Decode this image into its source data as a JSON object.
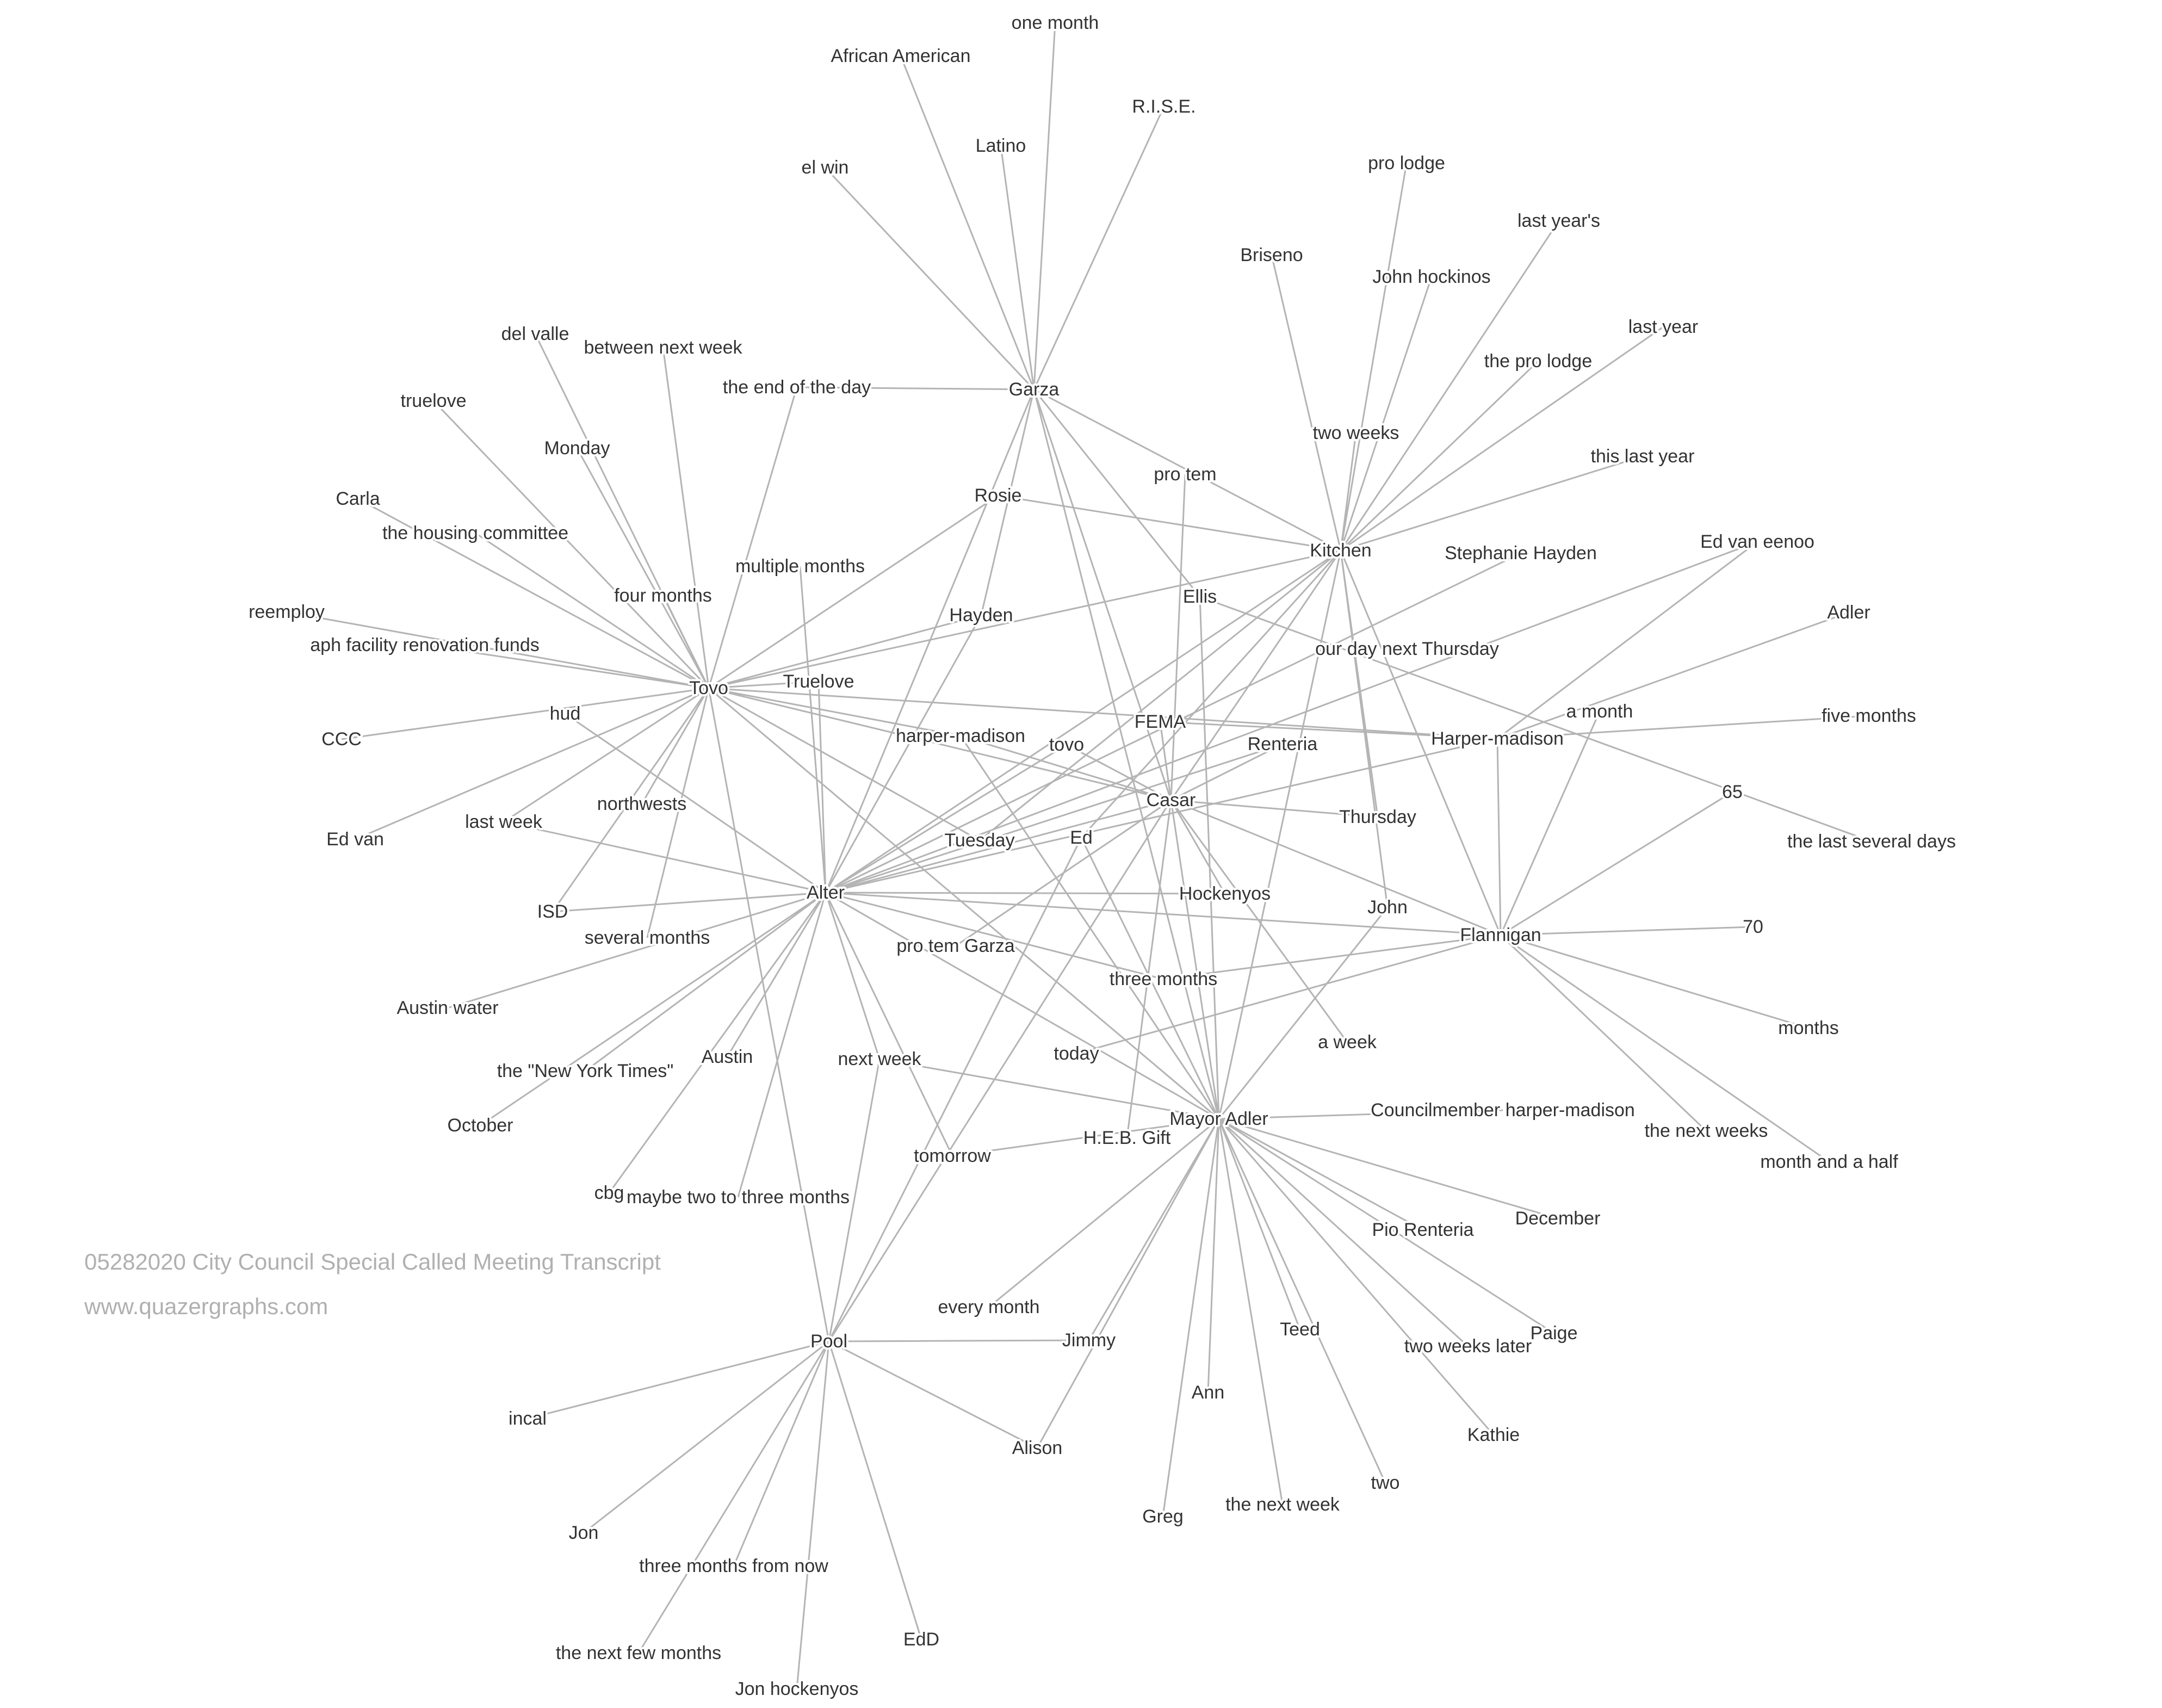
{
  "footer": {
    "title": "05282020 City Council Special Called Meeting Transcript",
    "url": "www.quazergraphs.com"
  },
  "colors": {
    "edge": "#b4b4b4",
    "label": "#333333",
    "footer": "#b0b0b0"
  },
  "graph": {
    "nodes": [
      {
        "id": "one month",
        "label": "one month"
      },
      {
        "id": "African American",
        "label": "African American"
      },
      {
        "id": "R.I.S.E.",
        "label": "R.I.S.E."
      },
      {
        "id": "Latino",
        "label": "Latino"
      },
      {
        "id": "el win",
        "label": "el win"
      },
      {
        "id": "pro lodge",
        "label": "pro lodge"
      },
      {
        "id": "last year's",
        "label": "last year's"
      },
      {
        "id": "Briseno",
        "label": "Briseno"
      },
      {
        "id": "John hockinos",
        "label": "John hockinos"
      },
      {
        "id": "del valle",
        "label": "del valle"
      },
      {
        "id": "between next week",
        "label": "between next week"
      },
      {
        "id": "last year",
        "label": "last year"
      },
      {
        "id": "the pro lodge",
        "label": "the pro lodge"
      },
      {
        "id": "the end of the day",
        "label": "the end of the day"
      },
      {
        "id": "Garza",
        "label": "Garza"
      },
      {
        "id": "truelove",
        "label": "truelove"
      },
      {
        "id": "two weeks",
        "label": "two weeks"
      },
      {
        "id": "Monday",
        "label": "Monday"
      },
      {
        "id": "this last year",
        "label": "this last year"
      },
      {
        "id": "pro tem",
        "label": "pro tem"
      },
      {
        "id": "Rosie",
        "label": "Rosie"
      },
      {
        "id": "Carla",
        "label": "Carla"
      },
      {
        "id": "the housing committee",
        "label": "the housing committee"
      },
      {
        "id": "Ed van eenoo",
        "label": "Ed van eenoo"
      },
      {
        "id": "Kitchen",
        "label": "Kitchen"
      },
      {
        "id": "Stephanie Hayden",
        "label": "Stephanie Hayden"
      },
      {
        "id": "multiple months",
        "label": "multiple months"
      },
      {
        "id": "four months",
        "label": "four months"
      },
      {
        "id": "Ellis",
        "label": "Ellis"
      },
      {
        "id": "reemploy",
        "label": "reemploy"
      },
      {
        "id": "Adler",
        "label": "Adler"
      },
      {
        "id": "Hayden",
        "label": "Hayden"
      },
      {
        "id": "aph facility renovation funds",
        "label": "aph facility renovation funds"
      },
      {
        "id": "our day next Thursday",
        "label": "our day next Thursday"
      },
      {
        "id": "Truelove",
        "label": "Truelove"
      },
      {
        "id": "Tovo",
        "label": "Tovo"
      },
      {
        "id": "hud",
        "label": "hud"
      },
      {
        "id": "a month",
        "label": "a month"
      },
      {
        "id": "five months",
        "label": "five months"
      },
      {
        "id": "FEMA",
        "label": "FEMA"
      },
      {
        "id": "CCC",
        "label": "CCC"
      },
      {
        "id": "harper-madison",
        "label": "harper-madison"
      },
      {
        "id": "Harper-madison",
        "label": "Harper-madison"
      },
      {
        "id": "tovo",
        "label": "tovo"
      },
      {
        "id": "Renteria",
        "label": "Renteria"
      },
      {
        "id": "65",
        "label": "65"
      },
      {
        "id": "Casar",
        "label": "Casar"
      },
      {
        "id": "northwests",
        "label": "northwests"
      },
      {
        "id": "Thursday",
        "label": "Thursday"
      },
      {
        "id": "last week",
        "label": "last week"
      },
      {
        "id": "Ed van",
        "label": "Ed van"
      },
      {
        "id": "the last several days",
        "label": "the last several days"
      },
      {
        "id": "Tuesday",
        "label": "Tuesday"
      },
      {
        "id": "Ed",
        "label": "Ed"
      },
      {
        "id": "Alter",
        "label": "Alter"
      },
      {
        "id": "Hockenyos",
        "label": "Hockenyos"
      },
      {
        "id": "ISD",
        "label": "ISD"
      },
      {
        "id": "John",
        "label": "John"
      },
      {
        "id": "70",
        "label": "70"
      },
      {
        "id": "several months",
        "label": "several months"
      },
      {
        "id": "Flannigan",
        "label": "Flannigan"
      },
      {
        "id": "pro tem Garza",
        "label": "pro tem Garza"
      },
      {
        "id": "three months",
        "label": "three months"
      },
      {
        "id": "Austin water",
        "label": "Austin water"
      },
      {
        "id": "months",
        "label": "months"
      },
      {
        "id": "a week",
        "label": "a week"
      },
      {
        "id": "Austin",
        "label": "Austin"
      },
      {
        "id": "today",
        "label": "today"
      },
      {
        "id": "next week",
        "label": "next week"
      },
      {
        "id": "the \"New York Times\"",
        "label": "the \"New York Times\""
      },
      {
        "id": "Councilmember harper-madison",
        "label": "Councilmember harper-madison"
      },
      {
        "id": "Mayor Adler",
        "label": "Mayor Adler"
      },
      {
        "id": "October",
        "label": "October"
      },
      {
        "id": "the next weeks",
        "label": "the next weeks"
      },
      {
        "id": "H.E.B. Gift",
        "label": "H.E.B. Gift"
      },
      {
        "id": "tomorrow",
        "label": "tomorrow"
      },
      {
        "id": "month and a half",
        "label": "month and a half"
      },
      {
        "id": "cbg",
        "label": "cbg"
      },
      {
        "id": "maybe two to three months",
        "label": "maybe two to three months"
      },
      {
        "id": "December",
        "label": "December"
      },
      {
        "id": "Pio Renteria",
        "label": "Pio Renteria"
      },
      {
        "id": "every month",
        "label": "every month"
      },
      {
        "id": "Teed",
        "label": "Teed"
      },
      {
        "id": "Paige",
        "label": "Paige"
      },
      {
        "id": "Pool",
        "label": "Pool"
      },
      {
        "id": "Jimmy",
        "label": "Jimmy"
      },
      {
        "id": "two weeks later",
        "label": "two weeks later"
      },
      {
        "id": "Ann",
        "label": "Ann"
      },
      {
        "id": "incal",
        "label": "incal"
      },
      {
        "id": "Kathie",
        "label": "Kathie"
      },
      {
        "id": "Alison",
        "label": "Alison"
      },
      {
        "id": "two",
        "label": "two"
      },
      {
        "id": "the next week",
        "label": "the next week"
      },
      {
        "id": "Greg",
        "label": "Greg"
      },
      {
        "id": "Jon",
        "label": "Jon"
      },
      {
        "id": "three months from now",
        "label": "three months from now"
      },
      {
        "id": "EdD",
        "label": "EdD"
      },
      {
        "id": "the next few months",
        "label": "the next few months"
      },
      {
        "id": "Jon hockenyos",
        "label": "Jon hockenyos"
      }
    ],
    "edges": [
      [
        "Garza",
        "one month"
      ],
      [
        "Garza",
        "African American"
      ],
      [
        "Garza",
        "R.I.S.E."
      ],
      [
        "Garza",
        "Latino"
      ],
      [
        "Garza",
        "el win"
      ],
      [
        "Garza",
        "the end of the day"
      ],
      [
        "Garza",
        "Alter"
      ],
      [
        "Garza",
        "Casar"
      ],
      [
        "Garza",
        "Mayor Adler"
      ],
      [
        "Garza",
        "Kitchen"
      ],
      [
        "Garza",
        "Hayden"
      ],
      [
        "Kitchen",
        "pro lodge"
      ],
      [
        "Kitchen",
        "last year's"
      ],
      [
        "Kitchen",
        "Briseno"
      ],
      [
        "Kitchen",
        "John hockinos"
      ],
      [
        "Kitchen",
        "last year"
      ],
      [
        "Kitchen",
        "the pro lodge"
      ],
      [
        "Kitchen",
        "two weeks"
      ],
      [
        "Kitchen",
        "this last year"
      ],
      [
        "Kitchen",
        "Rosie"
      ],
      [
        "Kitchen",
        "Tovo"
      ],
      [
        "Kitchen",
        "Alter"
      ],
      [
        "Kitchen",
        "Casar"
      ],
      [
        "Kitchen",
        "Mayor Adler"
      ],
      [
        "Kitchen",
        "Flannigan"
      ],
      [
        "Kitchen",
        "Thursday"
      ],
      [
        "Kitchen",
        "John"
      ],
      [
        "Kitchen",
        "Tuesday"
      ],
      [
        "Kitchen",
        "Ed"
      ],
      [
        "Tovo",
        "del valle"
      ],
      [
        "Tovo",
        "between next week"
      ],
      [
        "Tovo",
        "truelove"
      ],
      [
        "Tovo",
        "Monday"
      ],
      [
        "Tovo",
        "Carla"
      ],
      [
        "Tovo",
        "the housing committee"
      ],
      [
        "Tovo",
        "four months"
      ],
      [
        "Tovo",
        "reemploy"
      ],
      [
        "Tovo",
        "aph facility renovation funds"
      ],
      [
        "Tovo",
        "CCC"
      ],
      [
        "Tovo",
        "Ed van"
      ],
      [
        "Tovo",
        "last week"
      ],
      [
        "Tovo",
        "northwests"
      ],
      [
        "Tovo",
        "ISD"
      ],
      [
        "Tovo",
        "several months"
      ],
      [
        "Tovo",
        "the end of the day"
      ],
      [
        "Tovo",
        "Rosie"
      ],
      [
        "Tovo",
        "Hayden"
      ],
      [
        "Tovo",
        "Truelove"
      ],
      [
        "Tovo",
        "Casar"
      ],
      [
        "Tovo",
        "Harper-madison"
      ],
      [
        "Tovo",
        "Mayor Adler"
      ],
      [
        "Tovo",
        "Pool"
      ],
      [
        "Tovo",
        "harper-madison"
      ],
      [
        "Tovo",
        "Tuesday"
      ],
      [
        "Alter",
        "hud"
      ],
      [
        "Alter",
        "last week"
      ],
      [
        "Alter",
        "ISD"
      ],
      [
        "Alter",
        "multiple months"
      ],
      [
        "Alter",
        "Truelove"
      ],
      [
        "Alter",
        "Austin water"
      ],
      [
        "Alter",
        "the \"New York Times\""
      ],
      [
        "Alter",
        "October"
      ],
      [
        "Alter",
        "cbg"
      ],
      [
        "Alter",
        "Austin"
      ],
      [
        "Alter",
        "maybe two to three months"
      ],
      [
        "Alter",
        "next week"
      ],
      [
        "Alter",
        "tomorrow"
      ],
      [
        "Alter",
        "Hockenyos"
      ],
      [
        "Alter",
        "three months"
      ],
      [
        "Alter",
        "Casar"
      ],
      [
        "Alter",
        "Harper-madison"
      ],
      [
        "Alter",
        "Stephanie Hayden"
      ],
      [
        "Alter",
        "Renteria"
      ],
      [
        "Alter",
        "tovo"
      ],
      [
        "Alter",
        "Ed van eenoo"
      ],
      [
        "Alter",
        "Hayden"
      ],
      [
        "Alter",
        "Flannigan"
      ],
      [
        "Alter",
        "Mayor Adler"
      ],
      [
        "Casar",
        "FEMA"
      ],
      [
        "Casar",
        "pro tem"
      ],
      [
        "Casar",
        "Renteria"
      ],
      [
        "Casar",
        "Thursday"
      ],
      [
        "Casar",
        "Flannigan"
      ],
      [
        "Casar",
        "a week"
      ],
      [
        "Casar",
        "Mayor Adler"
      ],
      [
        "Casar",
        "H.E.B. Gift"
      ],
      [
        "Casar",
        "pro tem Garza"
      ],
      [
        "Casar",
        "Pool"
      ],
      [
        "Casar",
        "tovo"
      ],
      [
        "Casar",
        "harper-madison"
      ],
      [
        "Casar",
        "Hockenyos"
      ],
      [
        "Harper-madison",
        "Ed van eenoo"
      ],
      [
        "Harper-madison",
        "Adler"
      ],
      [
        "Harper-madison",
        "five months"
      ],
      [
        "Harper-madison",
        "FEMA"
      ],
      [
        "Harper-madison",
        "Flannigan"
      ],
      [
        "Flannigan",
        "a month"
      ],
      [
        "Flannigan",
        "65"
      ],
      [
        "Flannigan",
        "70"
      ],
      [
        "Flannigan",
        "months"
      ],
      [
        "Flannigan",
        "the next weeks"
      ],
      [
        "Flannigan",
        "month and a half"
      ],
      [
        "Flannigan",
        "three months"
      ],
      [
        "Flannigan",
        "today"
      ],
      [
        "Ellis",
        "the last several days"
      ],
      [
        "Ellis",
        "Garza"
      ],
      [
        "Mayor Adler",
        "Councilmember harper-madison"
      ],
      [
        "Mayor Adler",
        "December"
      ],
      [
        "Mayor Adler",
        "Pio Renteria"
      ],
      [
        "Mayor Adler",
        "Paige"
      ],
      [
        "Mayor Adler",
        "Teed"
      ],
      [
        "Mayor Adler",
        "two weeks later"
      ],
      [
        "Mayor Adler",
        "Kathie"
      ],
      [
        "Mayor Adler",
        "two"
      ],
      [
        "Mayor Adler",
        "the next week"
      ],
      [
        "Mayor Adler",
        "Ann"
      ],
      [
        "Mayor Adler",
        "Greg"
      ],
      [
        "Mayor Adler",
        "Alison"
      ],
      [
        "Mayor Adler",
        "Jimmy"
      ],
      [
        "Mayor Adler",
        "every month"
      ],
      [
        "Mayor Adler",
        "tomorrow"
      ],
      [
        "Mayor Adler",
        "next week"
      ],
      [
        "Mayor Adler",
        "John"
      ],
      [
        "Mayor Adler",
        "Ed"
      ],
      [
        "Mayor Adler",
        "Ellis"
      ],
      [
        "Mayor Adler",
        "harper-madison"
      ],
      [
        "Pool",
        "incal"
      ],
      [
        "Pool",
        "Jon"
      ],
      [
        "Pool",
        "three months from now"
      ],
      [
        "Pool",
        "the next few months"
      ],
      [
        "Pool",
        "Jon hockenyos"
      ],
      [
        "Pool",
        "EdD"
      ],
      [
        "Pool",
        "Alison"
      ],
      [
        "Pool",
        "Jimmy"
      ],
      [
        "Pool",
        "Ed"
      ],
      [
        "Pool",
        "next week"
      ]
    ]
  }
}
